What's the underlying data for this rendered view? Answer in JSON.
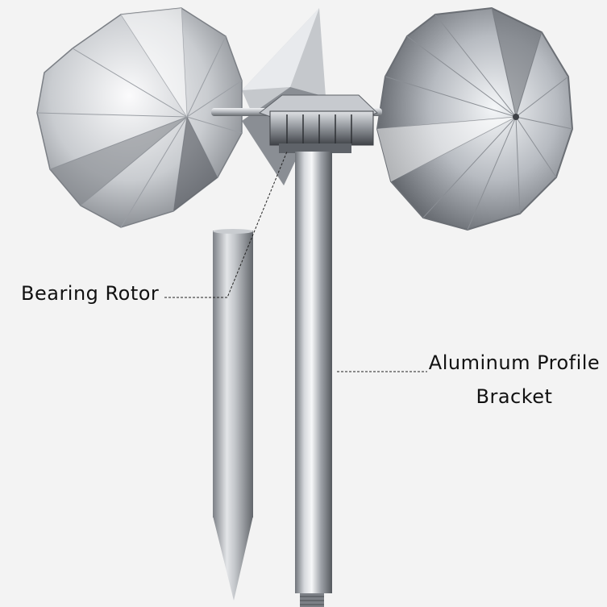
{
  "labels": {
    "bearing_rotor": "Bearing Rotor",
    "bracket_line1": "Aluminum Profile",
    "bracket_line2": "Bracket"
  },
  "colors": {
    "background": "#f3f3f3",
    "label_text": "#111111",
    "leader_line": "#222222",
    "metal_light": "#e9ecef",
    "metal_mid": "#a9adb3",
    "metal_dark": "#4e5258"
  }
}
